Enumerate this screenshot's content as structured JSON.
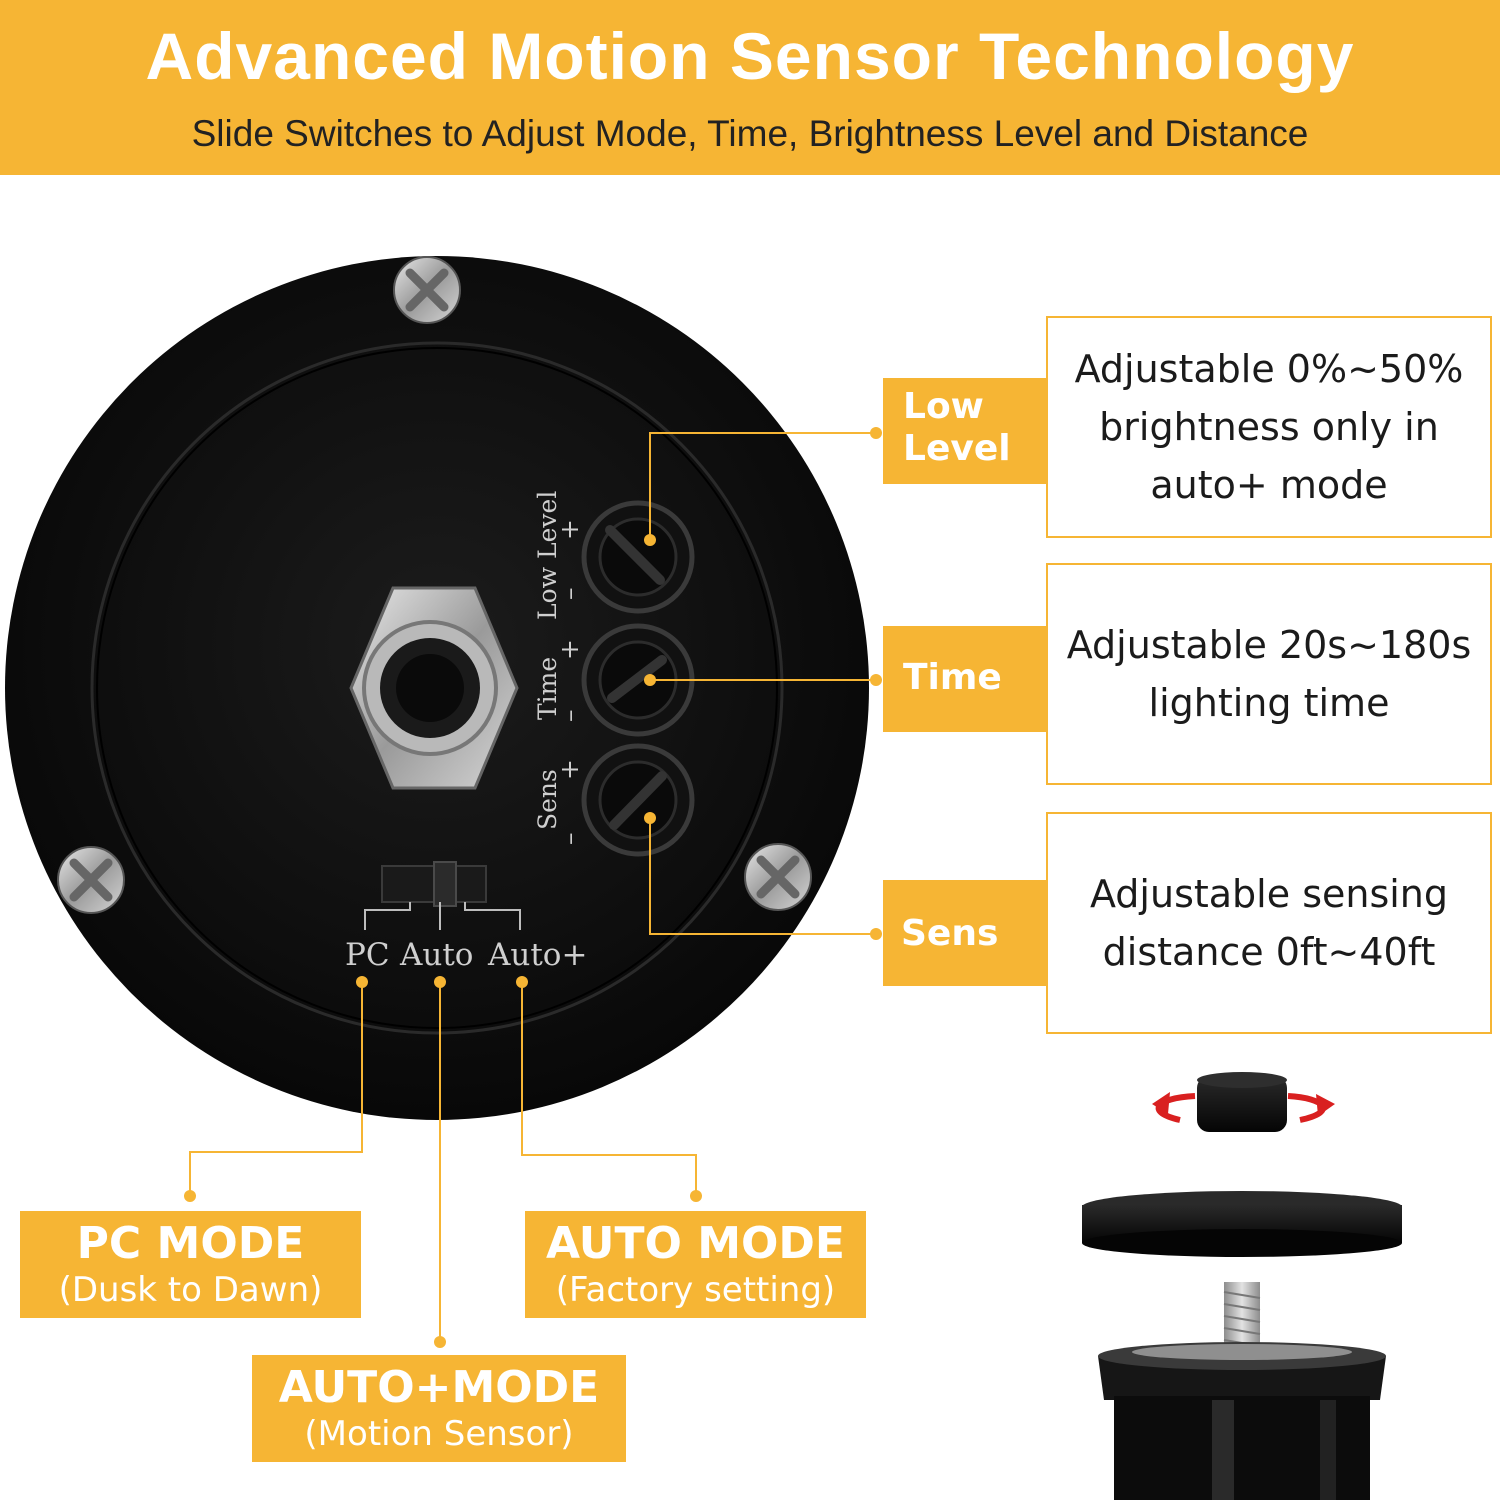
{
  "header": {
    "title": "Advanced Motion Sensor Technology",
    "subtitle": "Slide Switches to Adjust Mode, Time, Brightness Level and Distance"
  },
  "colors": {
    "accent": "#f6b534",
    "device_body": "#0d0d0d",
    "text": "#1b1b1b"
  },
  "device_panel": {
    "dials": [
      {
        "label": "Low Level",
        "minus": "–",
        "plus": "+"
      },
      {
        "label": "Time",
        "minus": "–",
        "plus": "+"
      },
      {
        "label": "Sens",
        "minus": "–",
        "plus": "+"
      }
    ],
    "switch_positions": [
      "PC",
      "Auto",
      "Auto+"
    ]
  },
  "callouts": [
    {
      "tag": "Low\nLevel",
      "description": "Adjustable 0%~50%\nbrightness only in\nauto+ mode"
    },
    {
      "tag": "Time",
      "description": "Adjustable 20s~180s\nlighting time"
    },
    {
      "tag": "Sens",
      "description": "Adjustable sensing\ndistance 0ft~40ft"
    }
  ],
  "modes": {
    "pc": {
      "title": "PC MODE",
      "subtitle": "(Dusk to Dawn)"
    },
    "auto": {
      "title": "AUTO MODE",
      "subtitle": "(Factory setting)"
    },
    "auto_plus": {
      "title": "AUTO+MODE",
      "subtitle": "(Motion Sensor)"
    }
  }
}
